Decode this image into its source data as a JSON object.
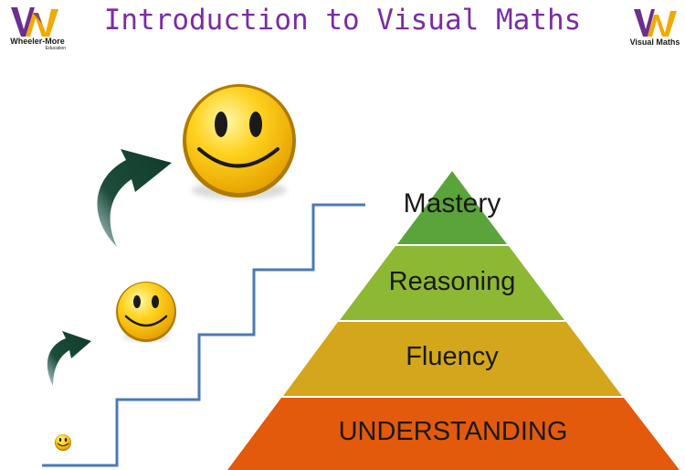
{
  "title": "Introduction to Visual Maths",
  "logo_left": {
    "text_main": "Wheeler-More",
    "text_sub": "Education"
  },
  "logo_right": {
    "text_main": "Visual Maths"
  },
  "pyramid": {
    "tiers": [
      {
        "label": "Mastery",
        "color": "#5ba33b"
      },
      {
        "label": "Reasoning",
        "color": "#8db834"
      },
      {
        "label": "Fluency",
        "color": "#d3a61b"
      },
      {
        "label": "UNDERSTANDING",
        "color": "#e35a0c"
      }
    ]
  },
  "staircase_color": "#4a7ab8",
  "arrow_color": "#1d4d3b",
  "smiley_color": "#f5b800",
  "brand_color": "#7b2ca8",
  "logo_colors": {
    "purple": "#6b2f8f",
    "gold": "#f2a900"
  }
}
